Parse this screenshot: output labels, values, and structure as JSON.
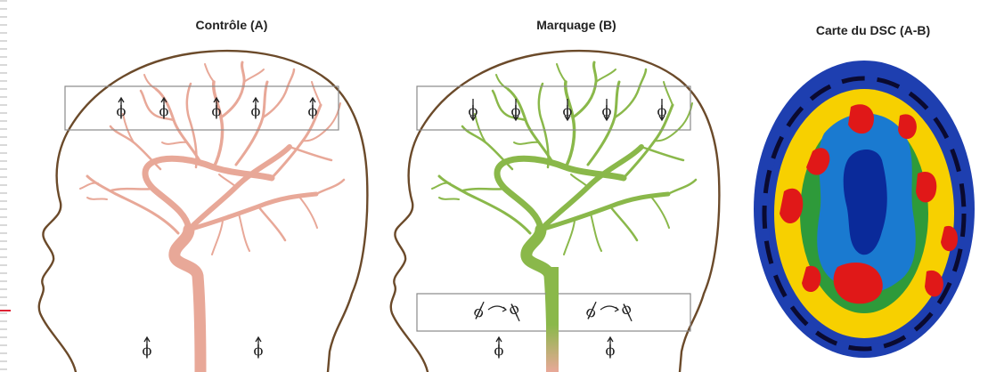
{
  "panels": {
    "control": {
      "title": "Contrôle (A)"
    },
    "labeled": {
      "title": "Marquage (B)"
    },
    "cbf_map": {
      "title": "Carte du DSC (A-B)"
    }
  },
  "symbols": {
    "phi": "ϕ"
  },
  "colors": {
    "head_outline": "#6b4a2a",
    "control_vessels": "#e8a898",
    "labeled_vessels": "#8ab84a",
    "box_outline": "#8a8a8a",
    "map_red": "#e01818",
    "map_yellow": "#f7d000",
    "map_green": "#2e9a3a",
    "map_blue": "#1a7ad0",
    "map_dark_blue": "#0a2a9a",
    "map_rim": "#1e3fb0"
  }
}
